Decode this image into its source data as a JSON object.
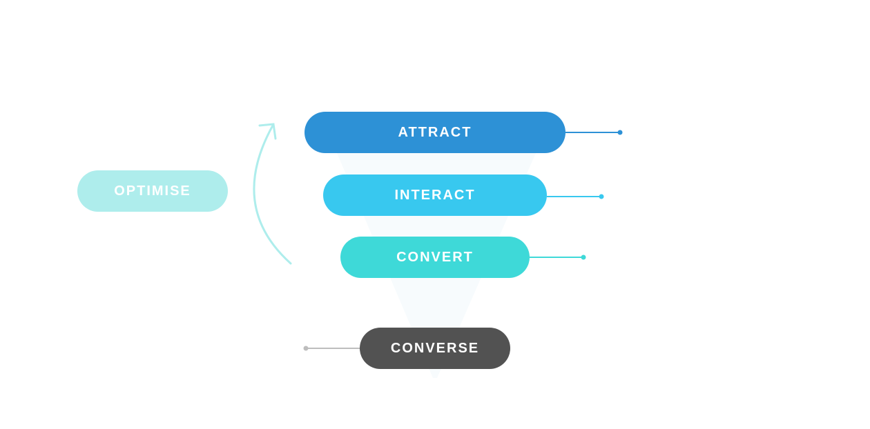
{
  "diagram": {
    "type": "marketing-funnel",
    "stages": [
      {
        "label": "ATTRACT",
        "color": "#2D91D6",
        "connector_color": "#2D91D6",
        "connector_side": "right"
      },
      {
        "label": "INTERACT",
        "color": "#38C8EF",
        "connector_color": "#38C8EF",
        "connector_side": "right"
      },
      {
        "label": "CONVERT",
        "color": "#3ED9D8",
        "connector_color": "#3ED9D8",
        "connector_side": "right"
      }
    ],
    "outcome": {
      "label": "CONVERSE",
      "color": "#525252",
      "connector_color": "#BDBDBD",
      "connector_side": "left"
    },
    "feedback": {
      "label": "OPTIMISE",
      "color": "#AEEDEC",
      "arrow_color": "#AEEDEC",
      "arrow_direction": "up"
    },
    "funnel_color": "#F7FBFD"
  }
}
